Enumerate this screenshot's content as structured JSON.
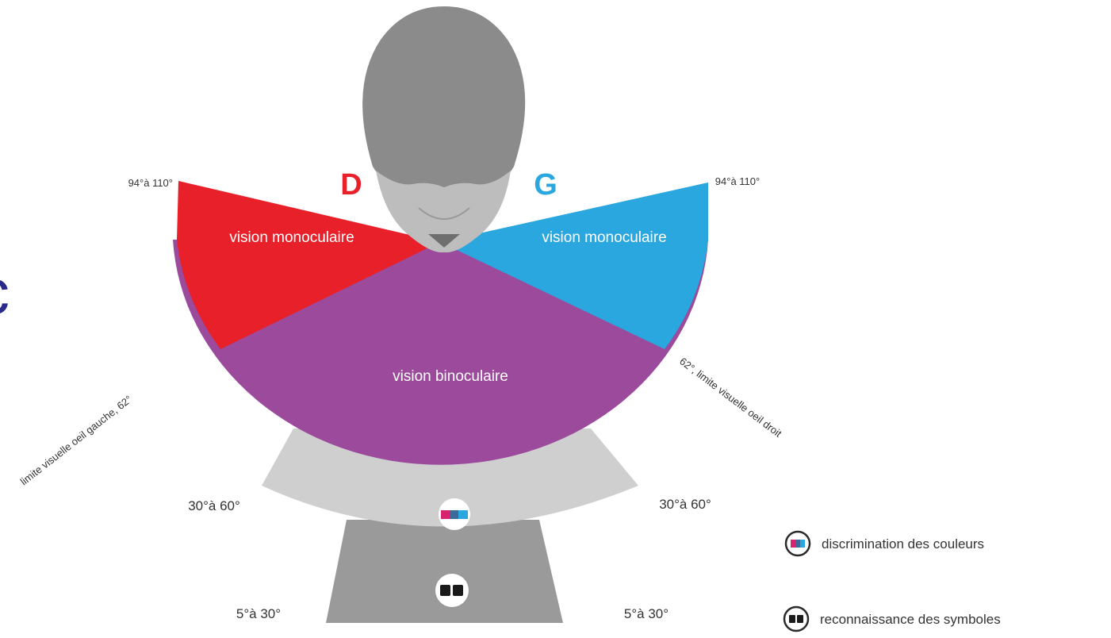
{
  "colors": {
    "monocular_right": "#e8202a",
    "monocular_left": "#2aa7df",
    "binocular": "#9b4a9c",
    "ring_outer": "#cfcfd0",
    "ring_inner": "#9a9a9b",
    "head": "#8b8b8c",
    "eye_letter_d": "#e8202a",
    "eye_letter_g": "#2aa7df",
    "edge_letter": "#2a2a8a"
  },
  "edge_fragment": "c",
  "eye_labels": {
    "right": "D",
    "left": "G"
  },
  "zones": {
    "monocular_right": "vision monoculaire",
    "monocular_left": "vision monoculaire",
    "binocular": "vision binoculaire"
  },
  "angles": {
    "top_left": "94°à 110°",
    "top_right": "94°à 110°",
    "limit_left": "limite visuelle oeil gauche, 62°",
    "limit_right": "62°, limite visuelle oeil droit",
    "color_left": "30°à 60°",
    "color_right": "30°à 60°",
    "symbol_left": "5°à 30°",
    "symbol_right": "5°à 30°"
  },
  "legend": {
    "colors_icon": "color-discrimination-icon",
    "colors_label": "discrimination des couleurs",
    "symbols_icon": "symbol-recognition-icon",
    "symbols_label": "reconnaissance des symboles"
  }
}
